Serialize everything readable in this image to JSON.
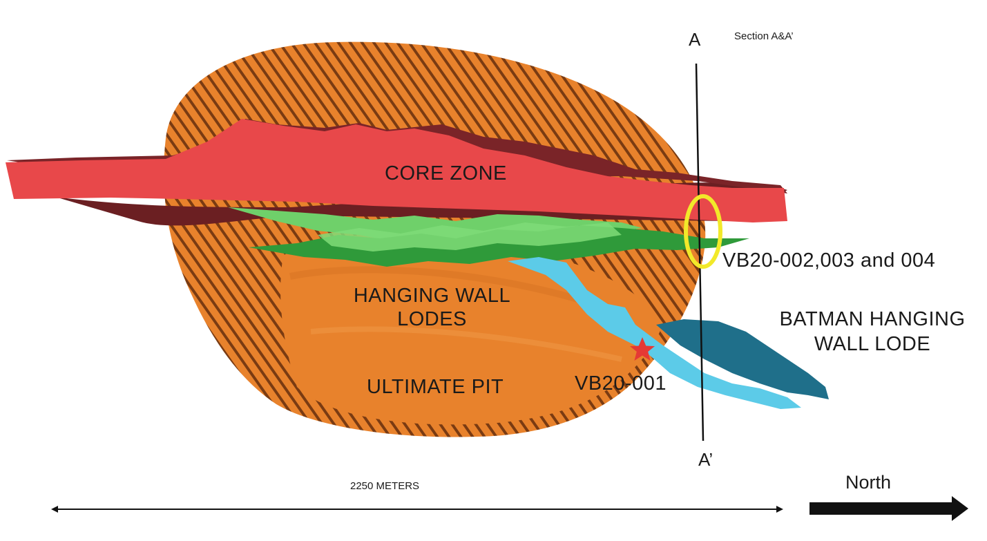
{
  "labels": {
    "core_zone": "CORE ZONE",
    "hanging_wall_line1": "HANGING WALL",
    "hanging_wall_line2": "LODES",
    "ultimate_pit": "ULTIMATE PIT",
    "vb20_001": "VB20-001",
    "vb20_002": "VB20-002,003 and 004",
    "batman_line1": "BATMAN HANGING",
    "batman_line2": "WALL LODE",
    "section_a": "A",
    "section_a_prime": "A’",
    "section_title": "Section A&A’",
    "scale_label": "2250 METERS",
    "north_label": "North"
  },
  "colors": {
    "pit": "#e8822c",
    "pit_stripe": "#7a3b12",
    "core_zone": "#e8484a",
    "core_zone_shadow": "#6b1f22",
    "lodes_light": "#6fd06a",
    "lodes_dark": "#2f9a3a",
    "batman_light": "#5ccbe8",
    "batman_dark": "#1f6f8a",
    "highlight_ellipse": "#f2e92a",
    "star": "#e53935"
  }
}
